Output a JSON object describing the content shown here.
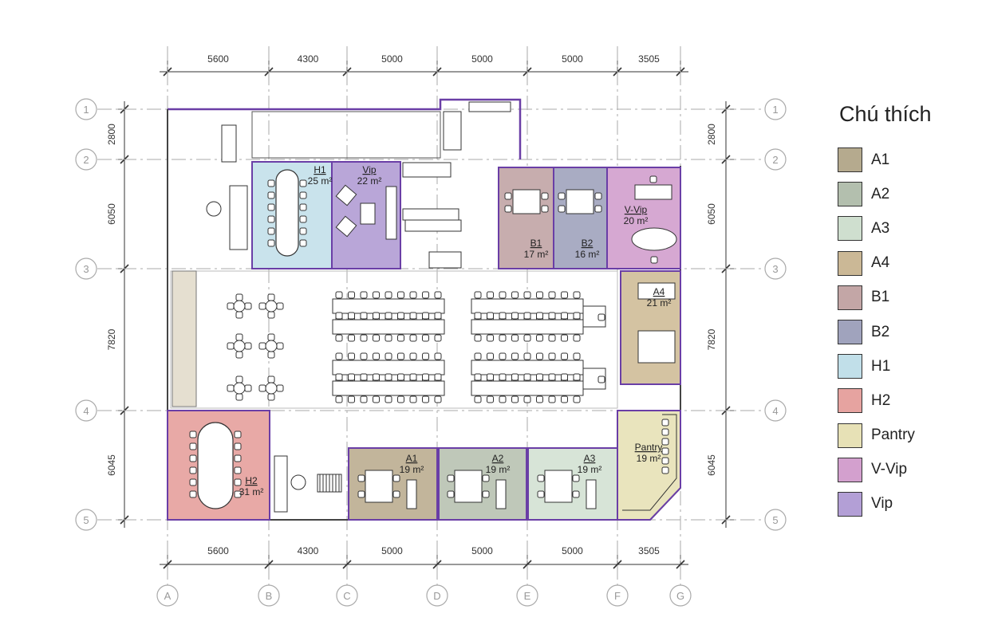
{
  "dimensions_top": [
    "5600",
    "4300",
    "5000",
    "5000",
    "5000",
    "3505"
  ],
  "dimensions_bottom": [
    "5600",
    "4300",
    "5000",
    "5000",
    "5000",
    "3505"
  ],
  "dimensions_left": [
    "2800",
    "6050",
    "7820",
    "6045"
  ],
  "dimensions_right": [
    "2800",
    "6050",
    "7820",
    "6045"
  ],
  "grid_rows": [
    "1",
    "2",
    "3",
    "4",
    "5"
  ],
  "grid_columns": [
    "A",
    "B",
    "C",
    "D",
    "E",
    "F",
    "G"
  ],
  "rooms": [
    {
      "name": "H1",
      "area": "25 m²",
      "color": "#c9e3ec"
    },
    {
      "name": "Vip",
      "area": "22 m²",
      "color": "#b9a6d8"
    },
    {
      "name": "B1",
      "area": "17 m²",
      "color": "#c7adae"
    },
    {
      "name": "B2",
      "area": "16 m²",
      "color": "#a9acc3"
    },
    {
      "name": "V-Vip",
      "area": "20 m²",
      "color": "#d6a8d2"
    },
    {
      "name": "A4",
      "area": "21 m²",
      "color": "#d4c3a2"
    },
    {
      "name": "H2",
      "area": "31 m²",
      "color": "#e8a9a6"
    },
    {
      "name": "A1",
      "area": "19 m²",
      "color": "#c2b59b"
    },
    {
      "name": "A2",
      "area": "19 m²",
      "color": "#bfc8b9"
    },
    {
      "name": "A3",
      "area": "19 m²",
      "color": "#d7e4d7"
    },
    {
      "name": "Pantry",
      "area": "19 m²",
      "color": "#e9e4bd"
    }
  ],
  "legend": {
    "title": "Chú thích",
    "items": [
      {
        "label": "A1",
        "color": "#b5aa8e"
      },
      {
        "label": "A2",
        "color": "#b3bfae"
      },
      {
        "label": "A3",
        "color": "#cfdfcf"
      },
      {
        "label": "A4",
        "color": "#cbb896"
      },
      {
        "label": "B1",
        "color": "#c3a6a6"
      },
      {
        "label": "B2",
        "color": "#a0a3bd"
      },
      {
        "label": "H1",
        "color": "#c1dfe9"
      },
      {
        "label": "H2",
        "color": "#e6a3a0"
      },
      {
        "label": "Pantry",
        "color": "#e7e1b6"
      },
      {
        "label": "V-Vip",
        "color": "#d3a0ce"
      },
      {
        "label": "Vip",
        "color": "#b39fd6"
      }
    ]
  }
}
